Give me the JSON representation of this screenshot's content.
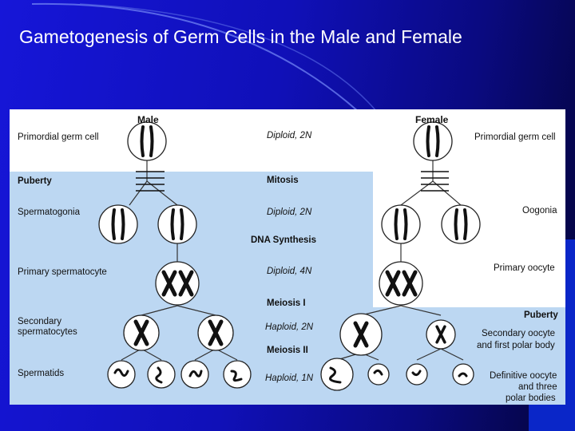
{
  "slide": {
    "title": "Gametogenesis of Germ Cells in the Male and Female",
    "colors": {
      "background": "#1414c8",
      "panel": "#ffffff",
      "highlight": "#bcd7f2"
    }
  },
  "diagram": {
    "male_header": "Male",
    "female_header": "Female",
    "left_labels": {
      "primordial": "Primordial germ cell",
      "puberty": "Puberty",
      "spermatogonia": "Spermatogonia",
      "primary_spermatocyte": "Primary spermatocyte",
      "secondary_1": "Secondary",
      "secondary_2": "spermatocytes",
      "spermatids": "Spermatids"
    },
    "center_labels": {
      "diploid_2n_a": "Diploid, 2N",
      "mitosis": "Mitosis",
      "diploid_2n_b": "Diploid, 2N",
      "dna_synthesis": "DNA Synthesis",
      "diploid_4n": "Diploid, 4N",
      "meiosis_1": "Meiosis I",
      "haploid_2n": "Haploid, 2N",
      "meiosis_2": "Meiosis II",
      "haploid_1n": "Haploid, 1N"
    },
    "right_labels": {
      "primordial": "Primordial germ cell",
      "oogonia": "Oogonia",
      "primary_oocyte": "Primary oocyte",
      "puberty": "Puberty",
      "secondary_1": "Secondary oocyte",
      "secondary_2": "and first polar body",
      "definitive_1": "Definitive oocyte",
      "definitive_2": "and three",
      "definitive_3": "polar bodies"
    }
  }
}
